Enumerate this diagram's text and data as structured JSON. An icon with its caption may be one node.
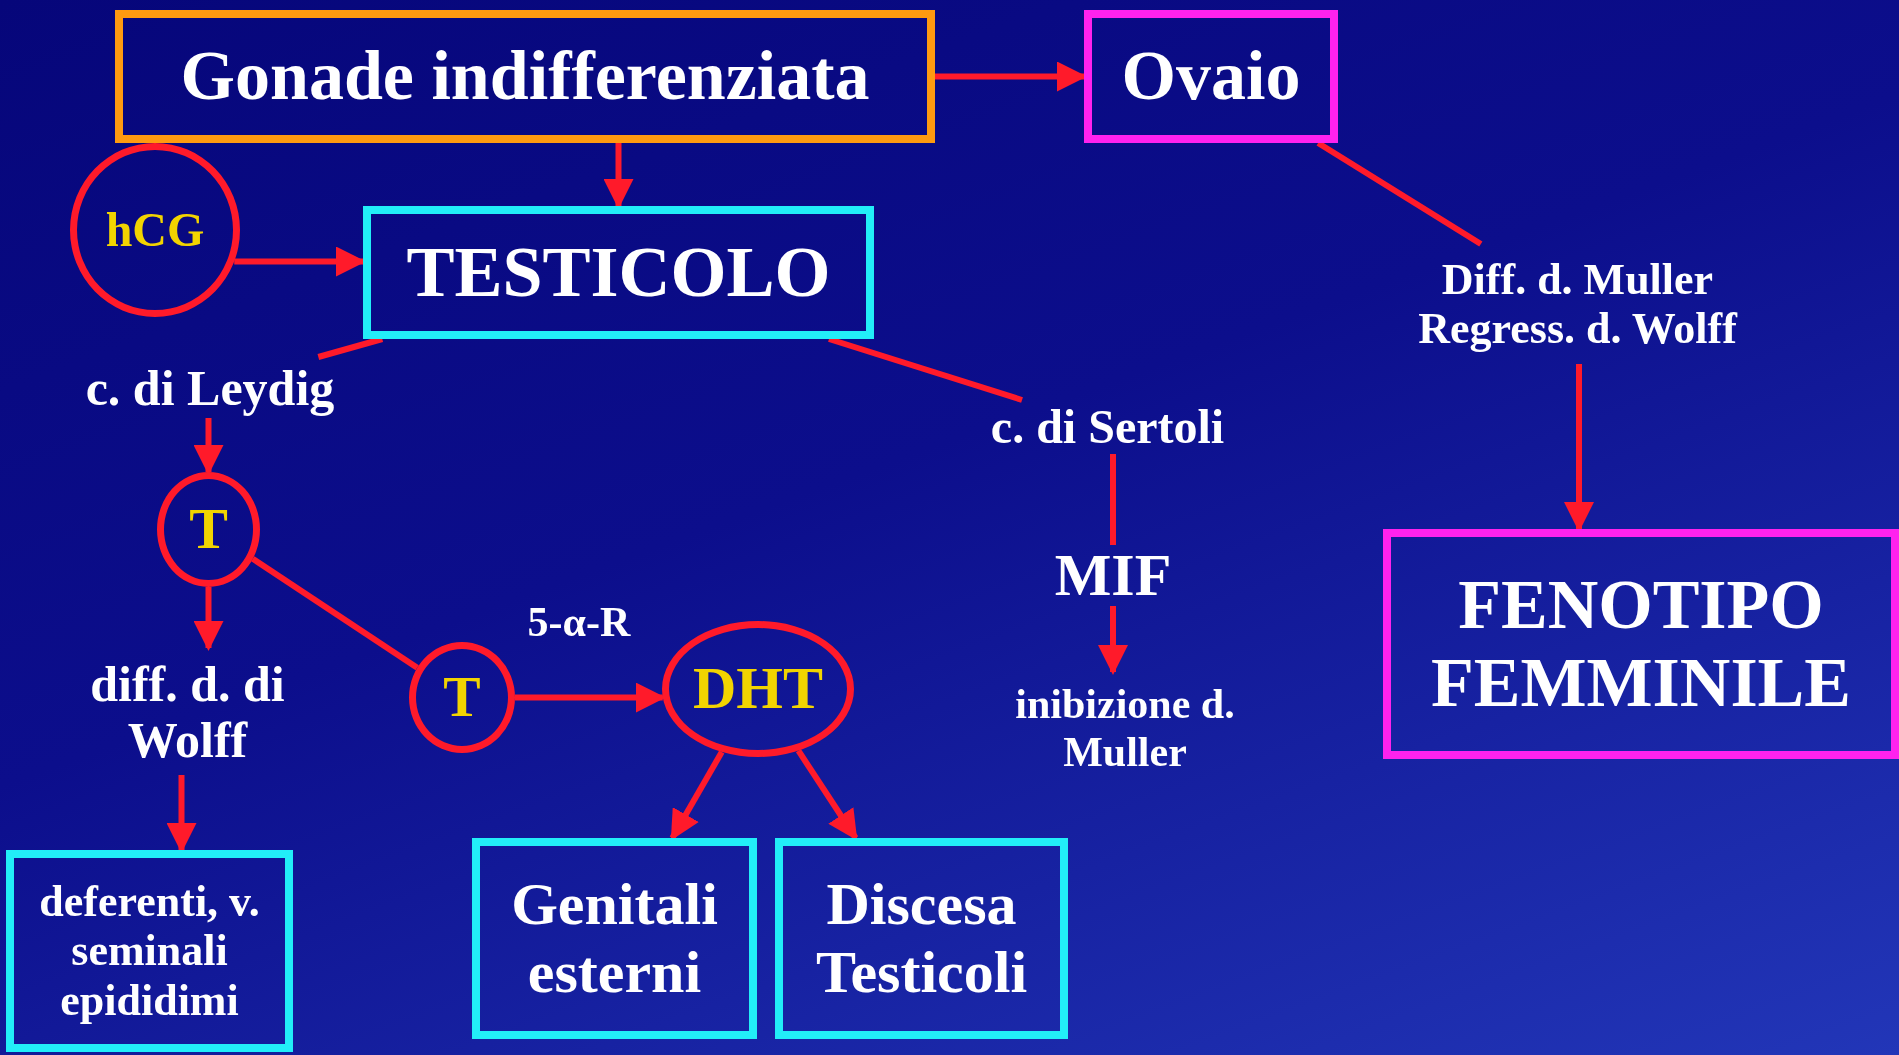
{
  "diagram": {
    "nodes": [
      {
        "text": [
          "Gonade indifferenziata"
        ]
      },
      {
        "text": [
          "Ovaio"
        ]
      },
      {
        "text": [
          "hCG"
        ]
      },
      {
        "text": [
          "TESTICOLO"
        ]
      },
      {
        "text": [
          "c. di Leydig"
        ]
      },
      {
        "text": [
          "c. di Sertoli"
        ]
      },
      {
        "text": [
          "Diff. d. Muller Regress. d. Wolff"
        ]
      },
      {
        "text": [
          "T"
        ]
      },
      {
        "text": [
          "diff. d. di Wolff"
        ]
      },
      {
        "text": [
          "T"
        ]
      },
      {
        "text": [
          "DHT"
        ]
      },
      {
        "text": [
          "MIF"
        ]
      },
      {
        "text": [
          "inibizione d. Muller"
        ]
      },
      {
        "text": [
          "FENOTIPO FEMMINILE"
        ]
      },
      {
        "text": [
          "deferenti, v. seminali epididimi"
        ]
      },
      {
        "text": [
          "Genitali esterni"
        ]
      },
      {
        "text": [
          "Discesa Testicoli"
        ]
      }
    ],
    "edges": [
      {
        "from": 0,
        "to": 1,
        "arrow": "to"
      },
      {
        "from": 0,
        "to": 3,
        "arrow": "to"
      },
      {
        "from": 2,
        "to": 3,
        "arrow": "to"
      },
      {
        "from": 3,
        "to": 4,
        "arrow": "none"
      },
      {
        "from": 4,
        "to": 7,
        "arrow": "to"
      },
      {
        "from": 7,
        "to": 8,
        "arrow": "to"
      },
      {
        "from": 7,
        "to": 9,
        "arrow": "none"
      },
      {
        "from": 9,
        "to": 10,
        "arrow": "to",
        "label": "5-α-R"
      },
      {
        "from": 10,
        "to": 15,
        "arrow": "to"
      },
      {
        "from": 10,
        "to": 16,
        "arrow": "to"
      },
      {
        "from": 8,
        "to": 14,
        "arrow": "to"
      },
      {
        "from": 3,
        "to": 5,
        "arrow": "none"
      },
      {
        "from": 5,
        "to": 11,
        "arrow": "none"
      },
      {
        "from": 11,
        "to": 12,
        "arrow": "to"
      },
      {
        "from": 1,
        "to": 6,
        "arrow": "none"
      },
      {
        "from": 6,
        "to": 13,
        "arrow": "to"
      }
    ]
  }
}
